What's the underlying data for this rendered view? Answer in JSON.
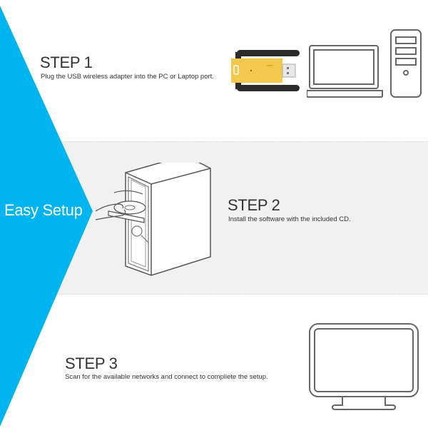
{
  "banner": {
    "label": "Easy Setup",
    "color": "#00B4F0"
  },
  "steps": [
    {
      "title": "STEP 1",
      "description": "Plug the USB wireless adapter into the PC or Laptop port.",
      "illustrations": [
        "usb-wifi-adapter-icon",
        "laptop-icon",
        "desktop-tower-icon"
      ]
    },
    {
      "title": "STEP 2",
      "description": "Install the software with the included CD.",
      "illustrations": [
        "pc-tower-cd-insert-icon"
      ]
    },
    {
      "title": "STEP 3",
      "description": "Scan for the available networks and connect to compliete the setup.",
      "illustrations": [
        "monitor-icon"
      ]
    }
  ],
  "colors": {
    "accent": "#00B4F0",
    "band": "#F1F1F1",
    "text": "#333333",
    "adapter_body": "#F2C94C",
    "antenna": "#2B2B2B",
    "outline": "#666666"
  }
}
